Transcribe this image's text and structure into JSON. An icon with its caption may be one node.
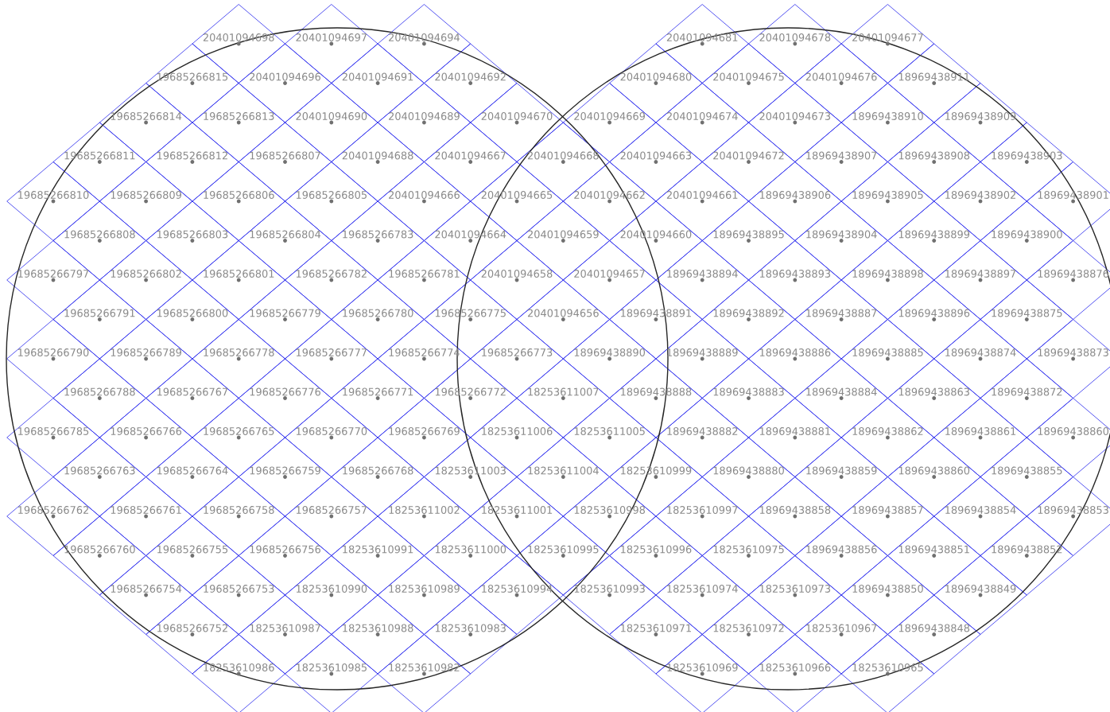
{
  "diagram": {
    "labels": [
      "20401094698",
      "20401094697",
      "20401094694",
      "20401094681",
      "20401094678",
      "20401094677",
      "19685266815",
      "20401094696",
      "20401094691",
      "20401094692",
      "20401094680",
      "20401094675",
      "20401094676",
      "18969438911",
      "19685266814",
      "19685266813",
      "20401094690",
      "20401094689",
      "20401094670",
      "20401094669",
      "20401094674",
      "20401094673",
      "18969438910",
      "18969438909",
      "19685266811",
      "19685266812",
      "19685266807",
      "20401094688",
      "20401094667",
      "20401094668",
      "20401094663",
      "20401094672",
      "18969438907",
      "18969438908",
      "18969438903",
      "19685266810",
      "19685266809",
      "19685266806",
      "19685266805",
      "20401094666",
      "20401094665",
      "20401094662",
      "20401094661",
      "18969438906",
      "18969438905",
      "18969438902",
      "18969438901",
      "19685266808",
      "19685266803",
      "19685266804",
      "19685266783",
      "20401094664",
      "20401094659",
      "20401094660",
      "18969438895",
      "18969438904",
      "18969438899",
      "18969438900",
      "19685266797",
      "19685266802",
      "19685266801",
      "19685266782",
      "19685266781",
      "20401094658",
      "20401094657",
      "18969438894",
      "18969438893",
      "18969438898",
      "18969438897",
      "18969438876",
      "19685266791",
      "19685266800",
      "19685266779",
      "19685266780",
      "19685266775",
      "20401094656",
      "18969438891",
      "18969438892",
      "18969438887",
      "18969438896",
      "18969438875",
      "19685266790",
      "19685266789",
      "19685266778",
      "19685266777",
      "19685266774",
      "19685266773",
      "18969438890",
      "18969438889",
      "18969438886",
      "18969438885",
      "18969438874",
      "18969438873",
      "19685266788",
      "19685266767",
      "19685266776",
      "19685266771",
      "19685266772",
      "18253611007",
      "18969438888",
      "18969438883",
      "18969438884",
      "18969438863",
      "18969438872",
      "19685266785",
      "19685266766",
      "19685266765",
      "19685266770",
      "19685266769",
      "18253611006",
      "18253611005",
      "18969438882",
      "18969438881",
      "18969438862",
      "18969438861",
      "18969438860",
      "19685266763",
      "19685266764",
      "19685266759",
      "19685266768",
      "18253611003",
      "18253611004",
      "18253610999",
      "18969438880",
      "18969438859",
      "18969438860",
      "18969438855",
      "19685266762",
      "19685266761",
      "19685266758",
      "19685266757",
      "18253611002",
      "18253611001",
      "18253610998",
      "18253610997",
      "18969438858",
      "18969438857",
      "18969438854",
      "18969438853",
      "19685266760",
      "19685266755",
      "19685266756",
      "18253610991",
      "18253611000",
      "18253610995",
      "18253610996",
      "18253610975",
      "18969438856",
      "18969438851",
      "18969438852",
      "19685266754",
      "19685266753",
      "18253610990",
      "18253610989",
      "18253610994",
      "18253610993",
      "18253610974",
      "18253610973",
      "18969438850",
      "18969438849",
      "19685266752",
      "18253610987",
      "18253610988",
      "18253610983",
      "18253610971",
      "18253610972",
      "18253610967",
      "18969438848",
      "18253610986",
      "18253610985",
      "18253610982",
      "18253610969",
      "18253610966",
      "18253610965"
    ]
  }
}
